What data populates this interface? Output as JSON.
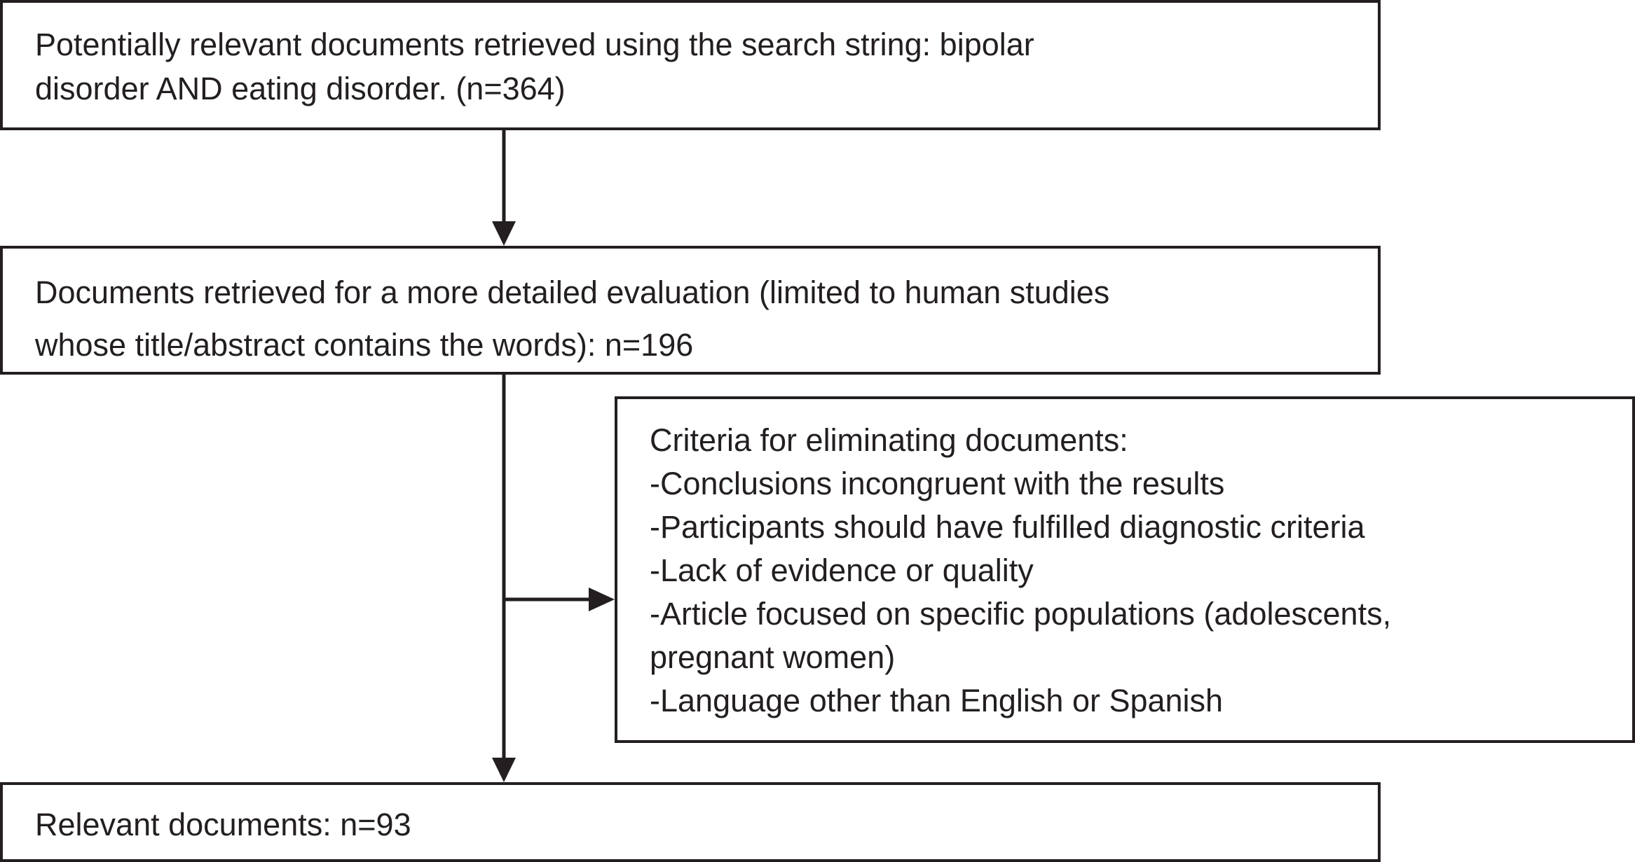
{
  "flowchart": {
    "box1": {
      "lines": [
        "Potentially relevant documents retrieved using the search string: bipolar",
        "disorder AND eating disorder. (n=364)"
      ]
    },
    "box2": {
      "lines": [
        "Documents retrieved for a more detailed evaluation (limited to human studies",
        "whose title/abstract contains the words): n=196"
      ]
    },
    "criteria_box": {
      "lines": [
        "Criteria for eliminating documents:",
        "-Conclusions incongruent with the results",
        "-Participants should have fulfilled diagnostic criteria",
        "-Lack of evidence or quality",
        "-Article focused on specific populations (adolescents,",
        "pregnant women)",
        "-Language other than English or Spanish"
      ]
    },
    "box3": {
      "lines": [
        "Relevant documents: n=93"
      ]
    },
    "colors": {
      "stroke": "#231f20",
      "background": "#ffffff"
    }
  }
}
